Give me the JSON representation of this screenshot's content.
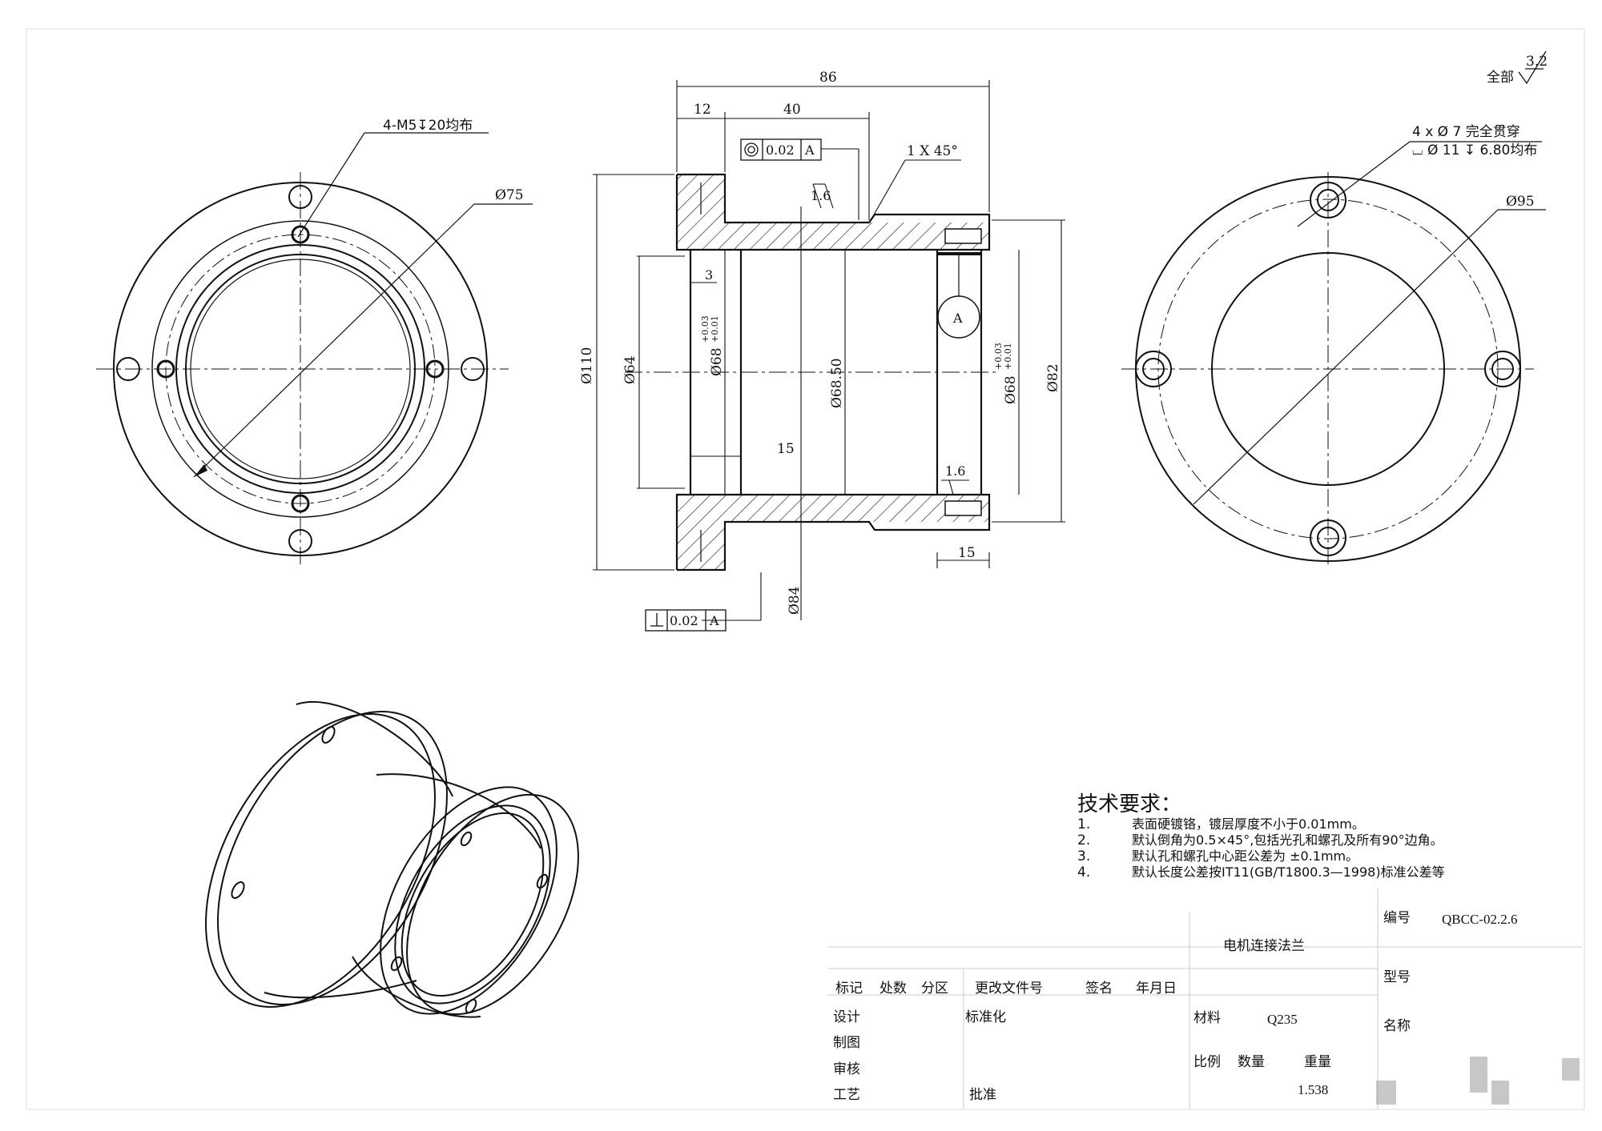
{
  "title_block": {
    "drawing_name": "电机连接法兰",
    "code_label": "编号",
    "code_value": "QBCC-02.2.6",
    "model_label": "型号",
    "name_label": "名称",
    "material_label": "材料",
    "material_value": "Q235",
    "scale_label": "比例",
    "quantity_label": "数量",
    "weight_label": "重量",
    "weight_value": "1.538",
    "headers": [
      "标记",
      "处数",
      "分区",
      "更改文件号",
      "签名",
      "年月日"
    ],
    "roles": [
      "设计",
      "制图",
      "审核",
      "工艺"
    ],
    "standardize_label": "标准化",
    "approve_label": "批准"
  },
  "tech_requirements": {
    "heading": "技术要求：",
    "items": [
      {
        "num": "1.",
        "text": "表面硬镀铬，镀层厚度不小于0.01mm。"
      },
      {
        "num": "2.",
        "text": "默认倒角为0.5×45°,包括光孔和螺孔及所有90°边角。"
      },
      {
        "num": "3.",
        "text": "默认孔和螺孔中心距公差为 ±0.1mm。"
      },
      {
        "num": "4.",
        "text": "默认长度公差按IT11(GB/T1800.3—1998)标准公差等"
      }
    ]
  },
  "surface_finish": {
    "label": "全部",
    "value": "3.2"
  },
  "front_view": {
    "thread_note": "4-M5↧20均布",
    "diameter": "Ø75"
  },
  "back_view": {
    "hole_note_line1": "4 x Ø 7 完全贯穿",
    "hole_note_line2": "⌴ Ø 11 ↧ 6.80均布",
    "diameter": "Ø95"
  },
  "section_view": {
    "dim_total_length": "86",
    "dim_flange": "12",
    "dim_40": "40",
    "chamfer": "1 X 45°",
    "tol_concentricity_value": "0.02",
    "tol_concentricity_datum": "A",
    "tol_perp_value": "0.02",
    "tol_perp_datum": "A",
    "roughness_top": "1.6",
    "roughness_bottom": "1.6",
    "dim_3": "3",
    "dim_15_left": "15",
    "dim_15_right": "15",
    "dia_110": "Ø110",
    "dia_64": "Ø64",
    "dia_68_left": "Ø68",
    "tol_68_left_upper": "+0.03",
    "tol_68_left_lower": "+0.01",
    "dia_68_50": "Ø68.50",
    "dia_68_right": "Ø68",
    "tol_68_right_upper": "+0.03",
    "tol_68_right_lower": "+0.01",
    "dia_82": "Ø82",
    "dia_84": "Ø84",
    "datum": "A"
  }
}
